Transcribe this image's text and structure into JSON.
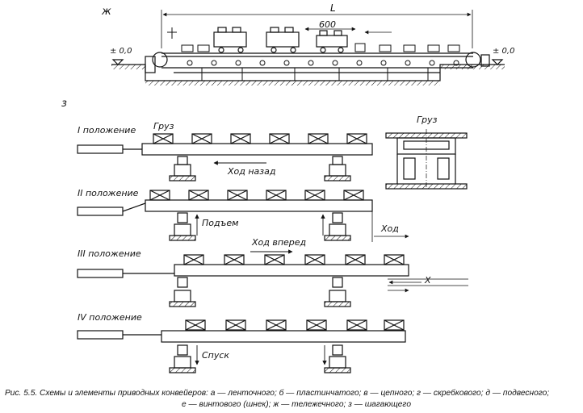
{
  "panel_zh": {
    "letter": "ж",
    "dim_length": "L",
    "dim_pitch": "600",
    "level_left": "± 0,0",
    "level_right": "± 0,0"
  },
  "panel_z": {
    "letter": "з",
    "cargo_label": "Груз",
    "section_cargo_label": "Груз",
    "pos1": {
      "label": "I положение",
      "motion": "Ход назад"
    },
    "pos2": {
      "label": "II положение",
      "motion": "Подъем",
      "stroke": "Ход"
    },
    "pos3": {
      "label": "III положение",
      "motion": "Ход вперед",
      "x": "X"
    },
    "pos4": {
      "label": "IV положение",
      "motion": "Спуск"
    }
  },
  "caption": {
    "line1": "Рис. 5.5. Схемы и элементы приводных конвейеров: а — ленточного; б — пластинчатого; в — цепного; г — скребкового; д — подвесного;",
    "line2": "е — винтового (шнек); ж — тележечного; з — шагающего"
  }
}
